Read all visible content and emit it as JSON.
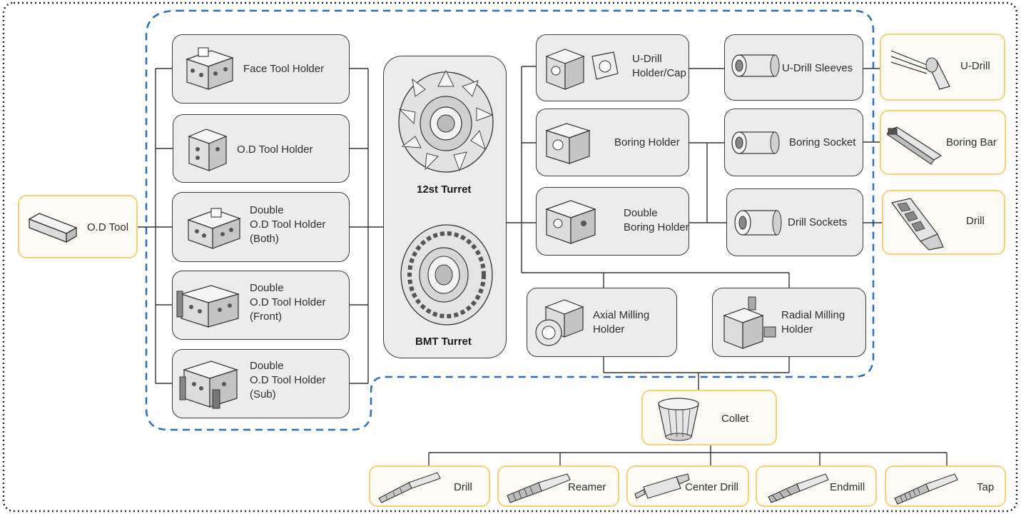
{
  "turrets": {
    "top": "12st Turret",
    "bottom": "BMT Turret"
  },
  "left": {
    "od_tool": "O.D Tool"
  },
  "holders": {
    "face": "Face Tool Holder",
    "od": "O.D Tool Holder",
    "double_both": [
      "Double",
      "O.D Tool Holder",
      "(Both)"
    ],
    "double_front": [
      "Double",
      "O.D Tool Holder",
      "(Front)"
    ],
    "double_sub": [
      "Double",
      "O.D Tool Holder",
      "(Sub)"
    ]
  },
  "right_holders": {
    "udrill_holder": [
      "U-Drill",
      "Holder/Cap"
    ],
    "boring_holder": "Boring Holder",
    "double_boring": [
      "Double",
      "Boring Holder"
    ],
    "axial_milling": [
      "Axial Milling",
      "Holder"
    ],
    "radial_milling": [
      "Radial Milling",
      "Holder"
    ]
  },
  "sleeves": {
    "udrill_sleeves": "U-Drill Sleeves",
    "boring_socket": "Boring Socket",
    "drill_sockets": "Drill Sockets"
  },
  "tools": {
    "udrill": "U-Drill",
    "boring_bar": "Boring Bar",
    "drill": "Drill"
  },
  "collet": {
    "label": "Collet"
  },
  "collet_tools": [
    "Drill",
    "Reamer",
    "Center Drill",
    "Endmill",
    "Tap"
  ],
  "colors": {
    "dashed_region": "#2f6db5",
    "tool_border": "#f2d27a",
    "box_fill": "#ececec",
    "outline": "#3a3a3a"
  }
}
